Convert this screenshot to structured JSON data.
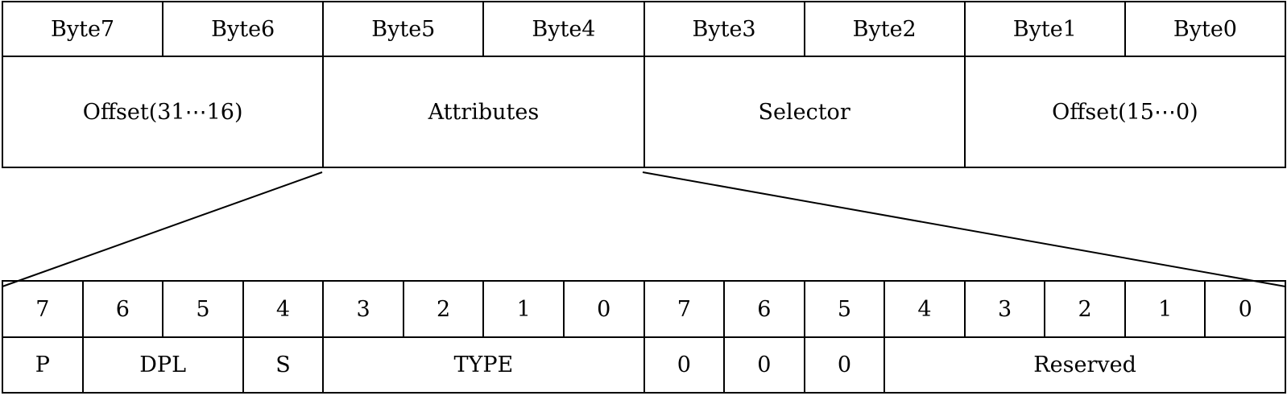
{
  "top": {
    "bytes": [
      "Byte7",
      "Byte6",
      "Byte5",
      "Byte4",
      "Byte3",
      "Byte2",
      "Byte1",
      "Byte0"
    ],
    "fields": [
      "Offset(31⋯16)",
      "Attributes",
      "Selector",
      "Offset(15⋯0)"
    ]
  },
  "attributes_detail": {
    "bits": [
      "7",
      "6",
      "5",
      "4",
      "3",
      "2",
      "1",
      "0",
      "7",
      "6",
      "5",
      "4",
      "3",
      "2",
      "1",
      "0"
    ],
    "fields": [
      "P",
      "DPL",
      "S",
      "TYPE",
      "0",
      "0",
      "0",
      "Reserved"
    ]
  }
}
